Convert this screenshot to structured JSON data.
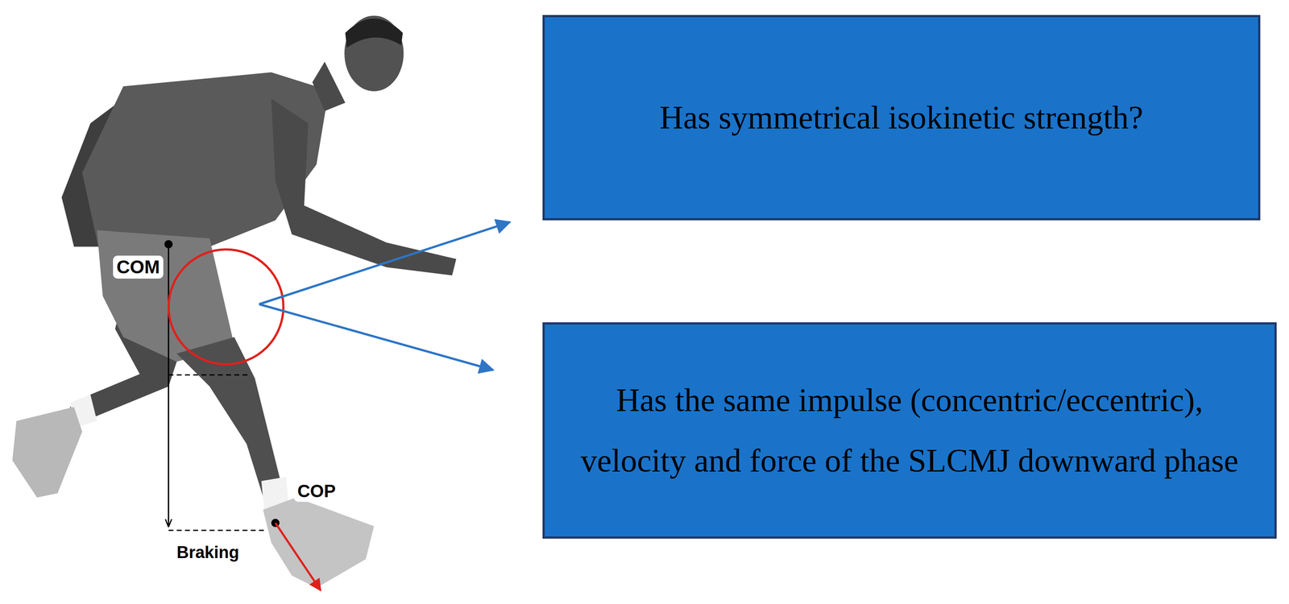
{
  "diagram": {
    "nodes": [
      {
        "text": [
          "Has symmetrical isokinetic strength?"
        ]
      },
      {
        "text": [
          "Has the same impulse (concentric/eccentric), velocity and force of the SLCMJ downward phase"
        ]
      }
    ],
    "labels": [
      "COM",
      "COP",
      "Braking"
    ]
  }
}
